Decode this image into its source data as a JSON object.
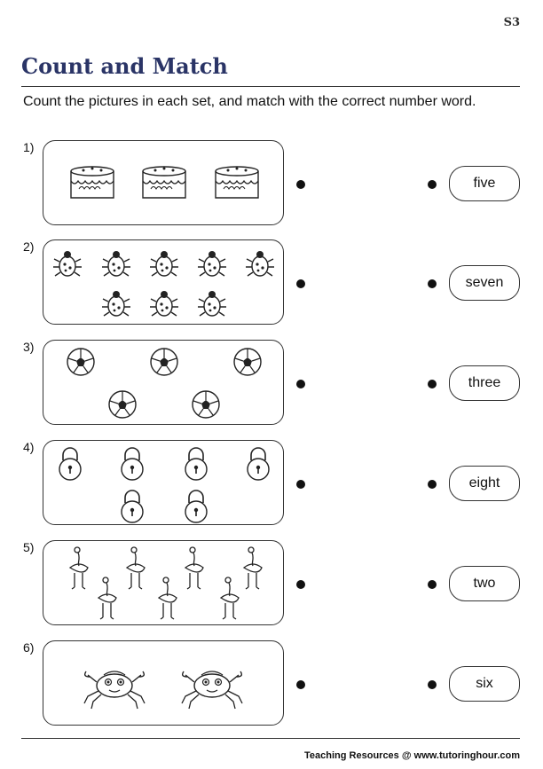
{
  "header": {
    "code": "S3",
    "title": "Count and Match"
  },
  "instruction": "Count the pictures in each set, and match with the correct number word.",
  "rows": [
    {
      "number": "1)",
      "picture": "cake-icon",
      "count": 3,
      "word": "five"
    },
    {
      "number": "2)",
      "picture": "ladybug-icon",
      "count": 8,
      "word": "seven"
    },
    {
      "number": "3)",
      "picture": "soccer-ball-icon",
      "count": 5,
      "word": "three"
    },
    {
      "number": "4)",
      "picture": "padlock-icon",
      "count": 6,
      "word": "eight"
    },
    {
      "number": "5)",
      "picture": "ostrich-icon",
      "count": 7,
      "word": "two"
    },
    {
      "number": "6)",
      "picture": "crab-icon",
      "count": 2,
      "word": "six"
    }
  ],
  "footer": "Teaching Resources @ www.tutoringhour.com"
}
